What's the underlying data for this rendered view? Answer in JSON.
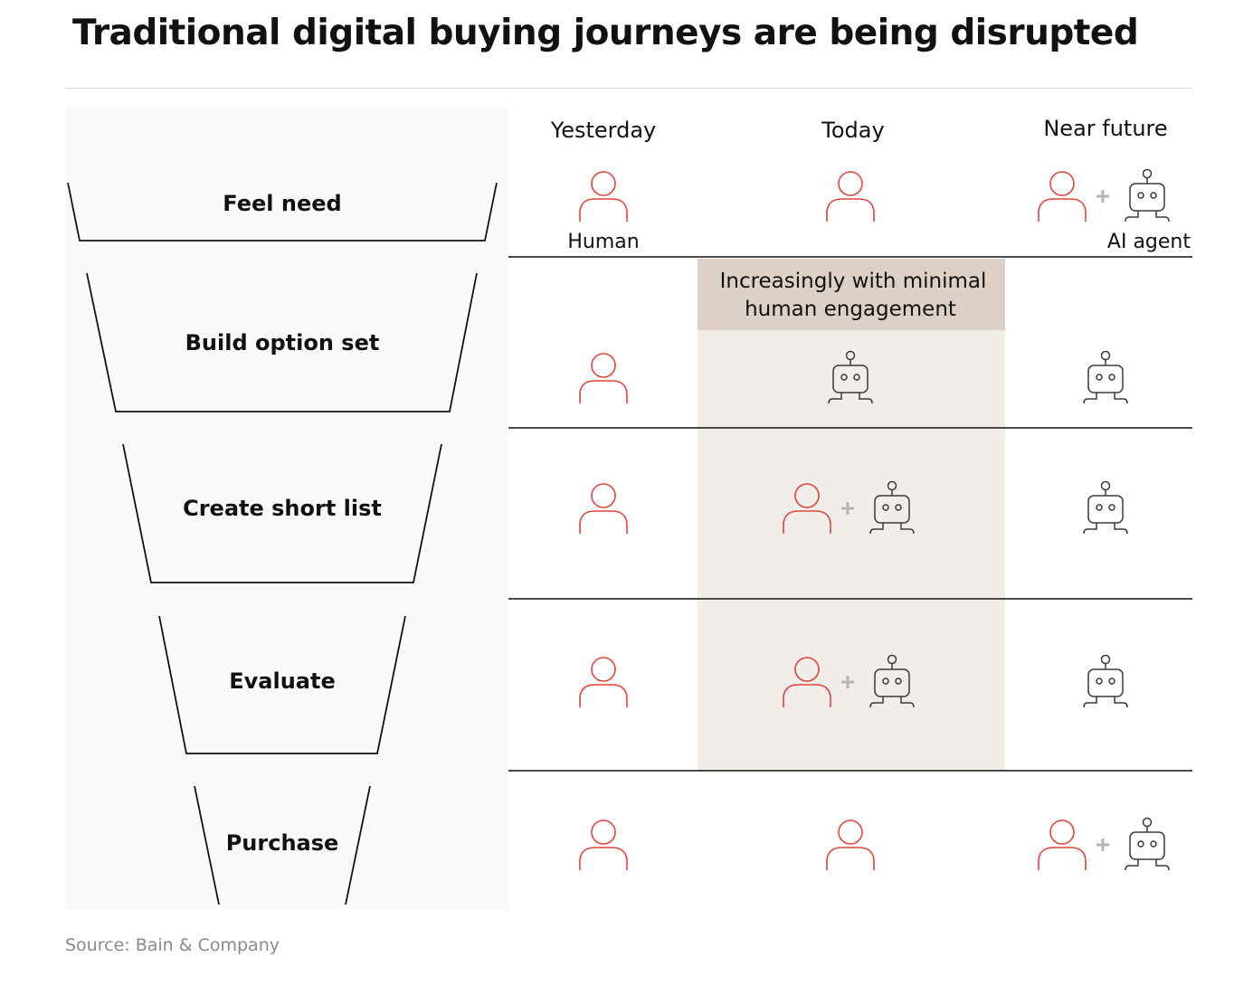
{
  "title": "Traditional digital buying journeys are being disrupted",
  "columns": [
    "Yesterday",
    "Today",
    "Near future"
  ],
  "legend": {
    "human": "Human",
    "agent": "AI agent"
  },
  "banner": {
    "line1": "Increasingly with minimal",
    "line2": "human engagement"
  },
  "stages": [
    {
      "label": "Feel need",
      "actors": [
        "human",
        "human",
        "human+agent"
      ]
    },
    {
      "label": "Build option set",
      "actors": [
        "human",
        "agent",
        "agent"
      ]
    },
    {
      "label": "Create short list",
      "actors": [
        "human",
        "human+agent",
        "agent"
      ]
    },
    {
      "label": "Evaluate",
      "actors": [
        "human",
        "human+agent",
        "agent"
      ]
    },
    {
      "label": "Purchase",
      "actors": [
        "human",
        "human",
        "human+agent"
      ]
    }
  ],
  "icons": {
    "human": "person-icon",
    "agent": "robot-icon",
    "plus": "plus-icon"
  },
  "colors": {
    "human": "#e0443a",
    "agent": "#3a3a3a",
    "plus": "#b5b5b5",
    "banner": "#ddd1c7",
    "highlight": "#f1eee9",
    "funnel_panel": "#fafafa"
  },
  "source": "Source: Bain & Company"
}
